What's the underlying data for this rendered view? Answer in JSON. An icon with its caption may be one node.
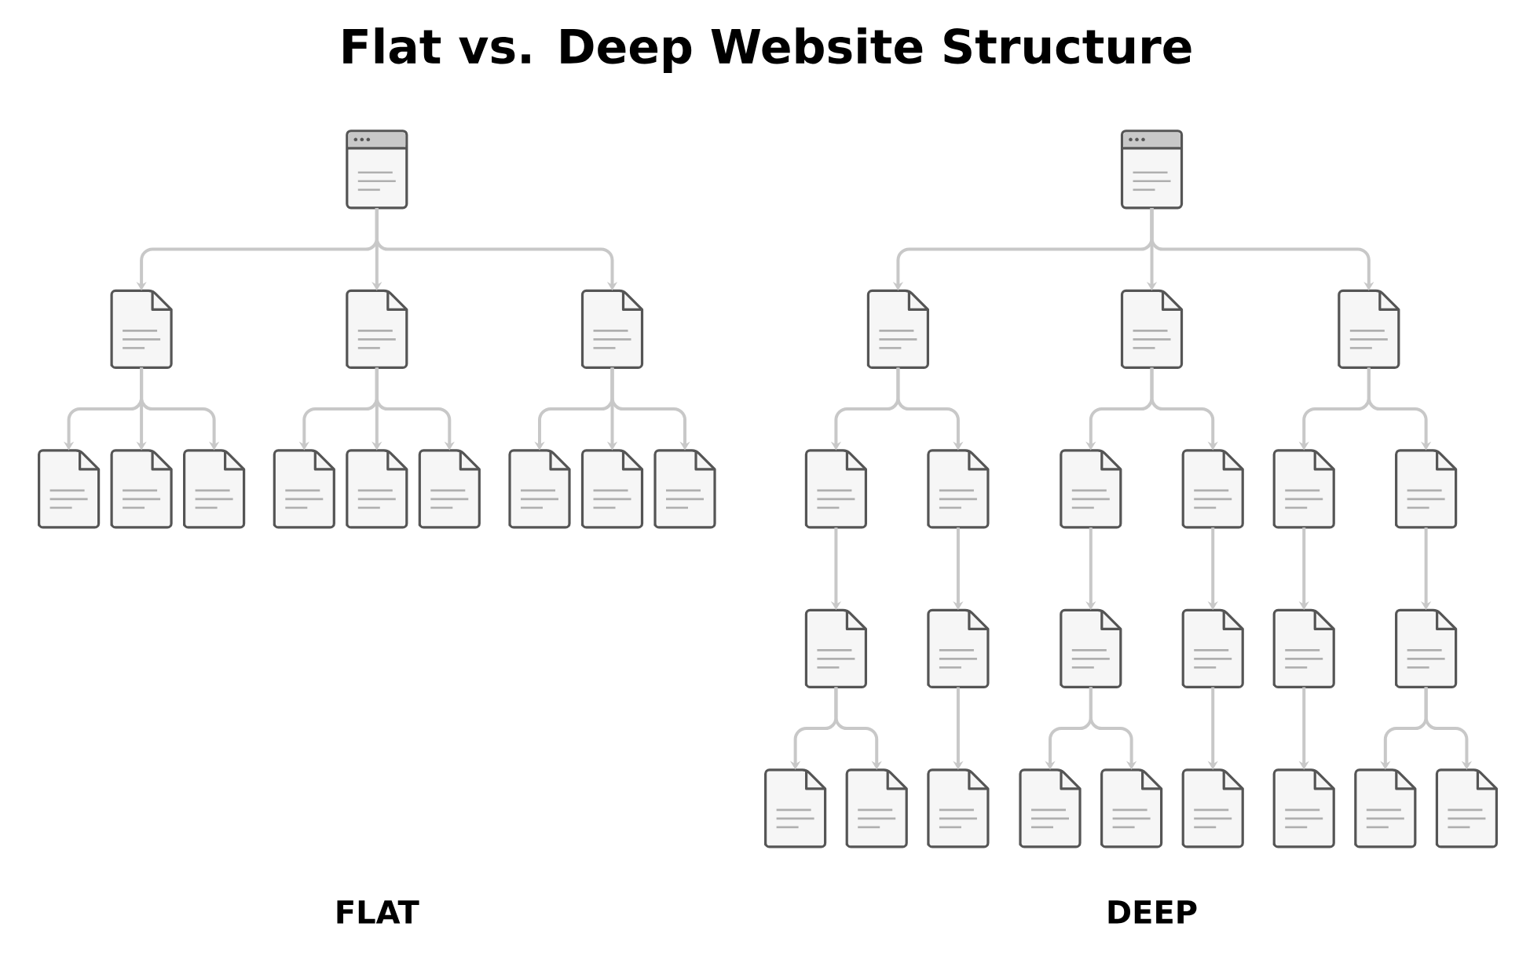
{
  "diagram": {
    "title": "Flat vs. Deep Website Structure",
    "nodes": [
      {
        "text": [],
        "shape": "window"
      },
      {
        "text": [],
        "shape": "document"
      },
      {
        "text": [],
        "shape": "document"
      },
      {
        "text": [],
        "shape": "document"
      },
      {
        "text": [],
        "shape": "document"
      },
      {
        "text": [],
        "shape": "document"
      },
      {
        "text": [],
        "shape": "document"
      },
      {
        "text": [],
        "shape": "document"
      },
      {
        "text": [],
        "shape": "document"
      },
      {
        "text": [],
        "shape": "document"
      },
      {
        "text": [],
        "shape": "document"
      },
      {
        "text": [],
        "shape": "document"
      },
      {
        "text": [],
        "shape": "document"
      },
      {
        "text": [],
        "shape": "window"
      },
      {
        "text": [],
        "shape": "document"
      },
      {
        "text": [],
        "shape": "document"
      },
      {
        "text": [],
        "shape": "document"
      },
      {
        "text": [],
        "shape": "document"
      },
      {
        "text": [],
        "shape": "document"
      },
      {
        "text": [],
        "shape": "document"
      },
      {
        "text": [],
        "shape": "document"
      },
      {
        "text": [],
        "shape": "document"
      },
      {
        "text": [],
        "shape": "document"
      },
      {
        "text": [],
        "shape": "document"
      },
      {
        "text": [],
        "shape": "document"
      },
      {
        "text": [],
        "shape": "document"
      },
      {
        "text": [],
        "shape": "document"
      },
      {
        "text": [],
        "shape": "document"
      },
      {
        "text": [],
        "shape": "document"
      },
      {
        "text": [],
        "shape": "document"
      },
      {
        "text": [],
        "shape": "document"
      },
      {
        "text": [],
        "shape": "document"
      },
      {
        "text": [],
        "shape": "document"
      },
      {
        "text": [],
        "shape": "document"
      },
      {
        "text": [],
        "shape": "document"
      },
      {
        "text": [],
        "shape": "document"
      },
      {
        "text": [],
        "shape": "document"
      },
      {
        "text": [],
        "shape": "document"
      }
    ],
    "edges": [
      {
        "from": 0,
        "to": 1,
        "arrow": "to"
      },
      {
        "from": 0,
        "to": 2,
        "arrow": "to"
      },
      {
        "from": 0,
        "to": 3,
        "arrow": "to"
      },
      {
        "from": 1,
        "to": 4,
        "arrow": "to"
      },
      {
        "from": 1,
        "to": 5,
        "arrow": "to"
      },
      {
        "from": 1,
        "to": 6,
        "arrow": "to"
      },
      {
        "from": 2,
        "to": 7,
        "arrow": "to"
      },
      {
        "from": 2,
        "to": 8,
        "arrow": "to"
      },
      {
        "from": 2,
        "to": 9,
        "arrow": "to"
      },
      {
        "from": 3,
        "to": 10,
        "arrow": "to"
      },
      {
        "from": 3,
        "to": 11,
        "arrow": "to"
      },
      {
        "from": 3,
        "to": 12,
        "arrow": "to"
      },
      {
        "from": 13,
        "to": 14,
        "arrow": "to"
      },
      {
        "from": 13,
        "to": 15,
        "arrow": "to"
      },
      {
        "from": 13,
        "to": 16,
        "arrow": "to"
      },
      {
        "from": 14,
        "to": 17,
        "arrow": "to"
      },
      {
        "from": 14,
        "to": 18,
        "arrow": "to"
      },
      {
        "from": 15,
        "to": 19,
        "arrow": "to"
      },
      {
        "from": 15,
        "to": 20,
        "arrow": "to"
      },
      {
        "from": 16,
        "to": 21,
        "arrow": "to"
      },
      {
        "from": 16,
        "to": 22,
        "arrow": "to"
      },
      {
        "from": 17,
        "to": 23,
        "arrow": "to"
      },
      {
        "from": 18,
        "to": 24,
        "arrow": "to"
      },
      {
        "from": 19,
        "to": 25,
        "arrow": "to"
      },
      {
        "from": 20,
        "to": 26,
        "arrow": "to"
      },
      {
        "from": 21,
        "to": 27,
        "arrow": "to"
      },
      {
        "from": 22,
        "to": 28,
        "arrow": "to"
      },
      {
        "from": 23,
        "to": 29,
        "arrow": "to"
      },
      {
        "from": 23,
        "to": 30,
        "arrow": "to"
      },
      {
        "from": 24,
        "to": 31,
        "arrow": "to"
      },
      {
        "from": 25,
        "to": 32,
        "arrow": "to"
      },
      {
        "from": 25,
        "to": 33,
        "arrow": "to"
      },
      {
        "from": 26,
        "to": 34,
        "arrow": "to"
      },
      {
        "from": 27,
        "to": 35,
        "arrow": "to"
      },
      {
        "from": 28,
        "to": 36,
        "arrow": "to"
      },
      {
        "from": 28,
        "to": 37,
        "arrow": "to"
      }
    ],
    "labels": [
      "FLAT",
      "DEEP"
    ]
  }
}
